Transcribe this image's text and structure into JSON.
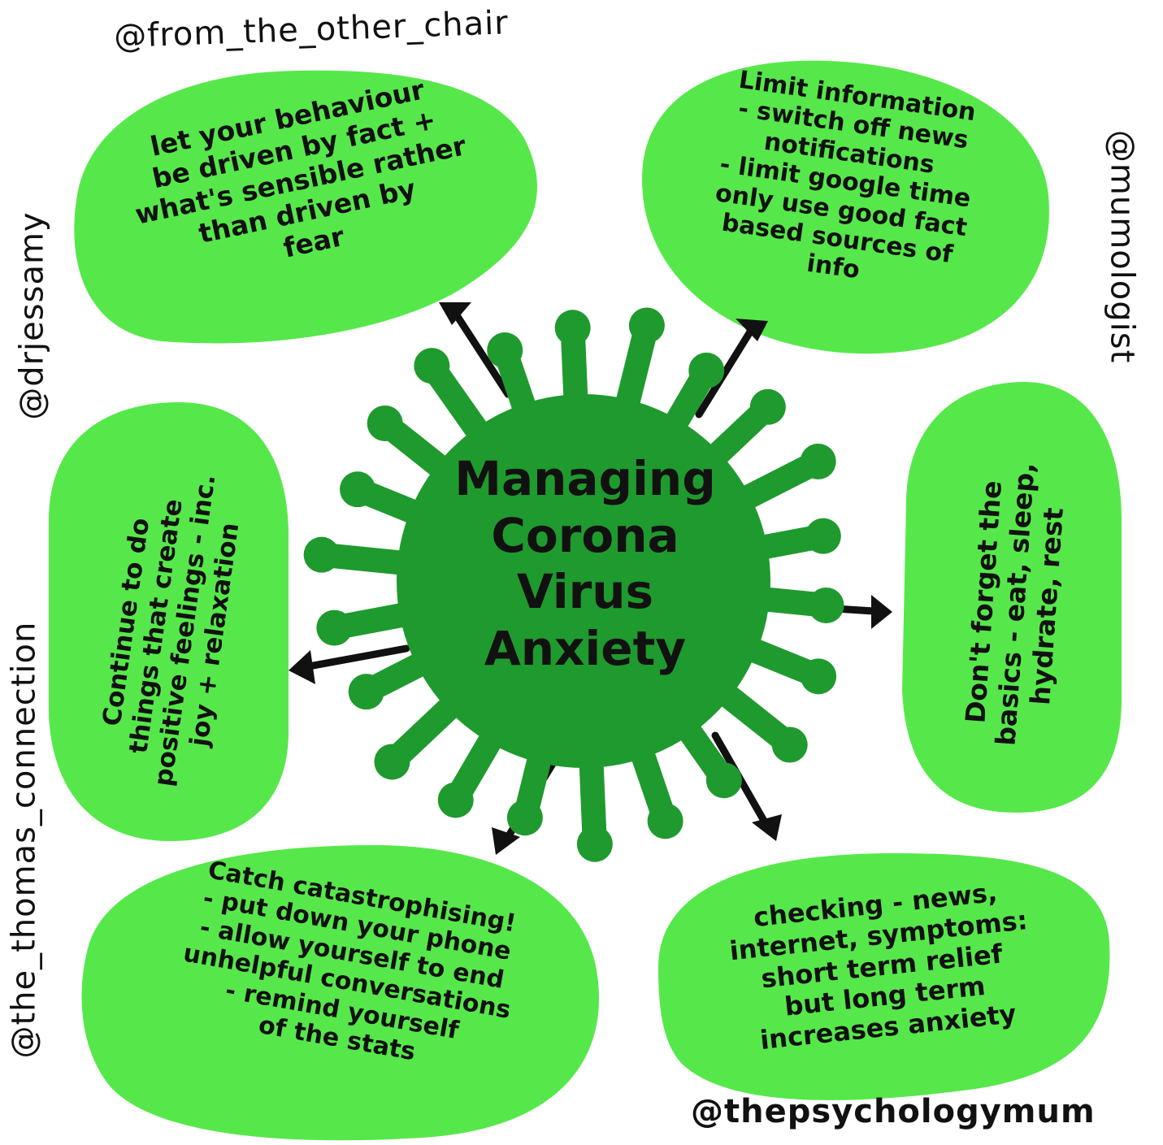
{
  "center": {
    "title": "Managing\nCorona\nVirus\nAnxiety"
  },
  "bubbles": {
    "top_left": "let your behaviour\nbe driven by fact +\nwhat's sensible rather\nthan driven by\nfear",
    "top_right": "Limit information\n- switch off news\nnotifications\n- limit google time\nonly use good fact\nbased sources of\ninfo",
    "right": "Don't forget the\nbasics - eat, sleep,\nhydrate, rest",
    "left": "Continue to do\nthings that create\npositive feelings - inc.\njoy + relaxation",
    "bottom_left": "Catch catastrophising!\n- put down your phone\n- allow yourself to end\nunhelpful conversations\n- remind yourself\nof the stats",
    "bottom_right": "checking - news,\ninternet, symptoms:\nshort term relief\nbut long term\nincreases anxiety"
  },
  "handles": {
    "top": "@from_the_other_chair",
    "left_upper": "@drjessamy",
    "left_lower": "@the_thomas_connection",
    "right_upper": "@mumologist",
    "bottom": "@thepsychologymum"
  },
  "colors": {
    "bubble": "#56e84a",
    "virus": "#1f9a2e",
    "ink": "#111111"
  }
}
